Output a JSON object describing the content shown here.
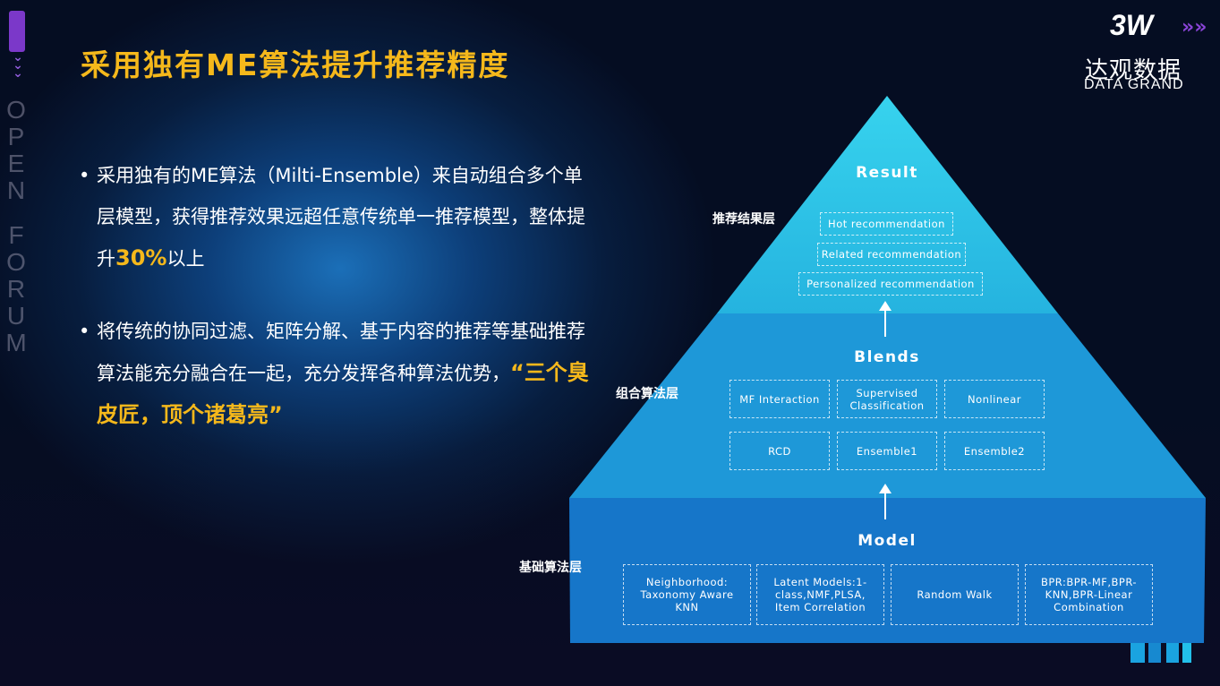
{
  "title": "采用独有ME算法提升推荐精度",
  "side_text": [
    "O",
    "P",
    "E",
    "N",
    "F",
    "O",
    "R",
    "U",
    "M"
  ],
  "logo": {
    "mark": "3W",
    "chevrons": "»»",
    "cn": "达观数据",
    "en": "DATA GRAND"
  },
  "bullets": [
    {
      "dot": "•",
      "before": "采用独有的ME算法（Milti-Ensemble）来自动组合多个单层模型，获得推荐效果远超任意传统单一推荐模型，整体提升",
      "highlight": "30%",
      "after": "以上"
    },
    {
      "dot": "•",
      "before": "将传统的协同过滤、矩阵分解、基于内容的推荐等基础推荐算法能充分融合在一起，充分发挥各种算法优势，",
      "highlight": "“三个臭皮匠，顶个诸葛亮”",
      "after": ""
    }
  ],
  "pyramid": {
    "top": {
      "layer_label": "推荐结果层",
      "title": "Result",
      "boxes": [
        "Hot recommendation",
        "Related recommendation",
        "Personalized recommendation"
      ]
    },
    "middle": {
      "layer_label": "组合算法层",
      "title": "Blends",
      "row1": [
        "MF  Interaction",
        "Supervised Classification",
        "Nonlinear"
      ],
      "row2": [
        "RCD",
        "Ensemble1",
        "Ensemble2"
      ]
    },
    "bottom": {
      "layer_label": "基础算法层",
      "title": "Model",
      "boxes": [
        "Neighborhood: Taxonomy Aware KNN",
        "Latent Models:1-class,NMF,PLSA, Item Correlation",
        "Random Walk",
        "BPR:BPR-MF,BPR-KNN,BPR-Linear Combination"
      ]
    },
    "colors": {
      "top": "#29b8df",
      "middle": "#1c8fd3",
      "bottom": "#1571c6",
      "accent": "#f5b81b"
    }
  }
}
